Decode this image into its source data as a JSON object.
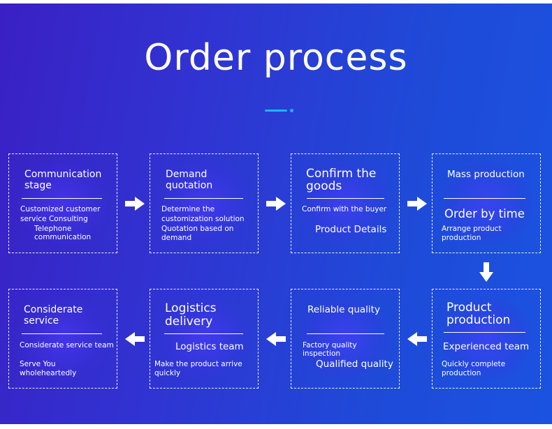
{
  "title": "Order process",
  "steps": [
    {
      "heading_line1": "Communication",
      "heading_line2": "stage",
      "detail_line1": "Customized customer",
      "detail_line2": "service Consulting",
      "detail_line3": "Telephone",
      "detail_line4": "communication"
    },
    {
      "heading_line1": "Demand",
      "heading_line2": "quotation",
      "detail_line1": "Determine the",
      "detail_line2": "customization solution",
      "detail_line3": "Quotation based on",
      "detail_line4": "demand"
    },
    {
      "heading_line1": "Confirm the",
      "heading_line2": "goods",
      "detail_line1": "Confirm with the buyer",
      "detail_line2": "Product Details"
    },
    {
      "heading_line1": "Mass production",
      "detail_line1": "Order by time",
      "detail_line2": "Arrange product",
      "detail_line3": "production"
    },
    {
      "heading_line1": "Product",
      "heading_line2": "production",
      "detail_line1": "Experienced team",
      "detail_line2": "Quickly complete",
      "detail_line3": "production"
    },
    {
      "heading_line1": "Reliable quality",
      "detail_line1": "Factory quality",
      "detail_line2": "inspection",
      "detail_line3": "Qualified quality"
    },
    {
      "heading_line1": "Logistics",
      "heading_line2": "delivery",
      "detail_line1": "Logistics team",
      "detail_line2": "Make the product arrive",
      "detail_line3": "quickly"
    },
    {
      "heading_line1": "Considerate",
      "heading_line2": "service",
      "detail_line1": "Considerate service team",
      "detail_line2": "Serve You",
      "detail_line3": "wholeheartedly"
    }
  ],
  "colors": {
    "background_start": "#3a20c4",
    "background_end": "#1b52e0",
    "accent": "#18b8ff",
    "text": "#ffffff"
  },
  "icons": {
    "flow_arrow": "arrow-icon"
  }
}
